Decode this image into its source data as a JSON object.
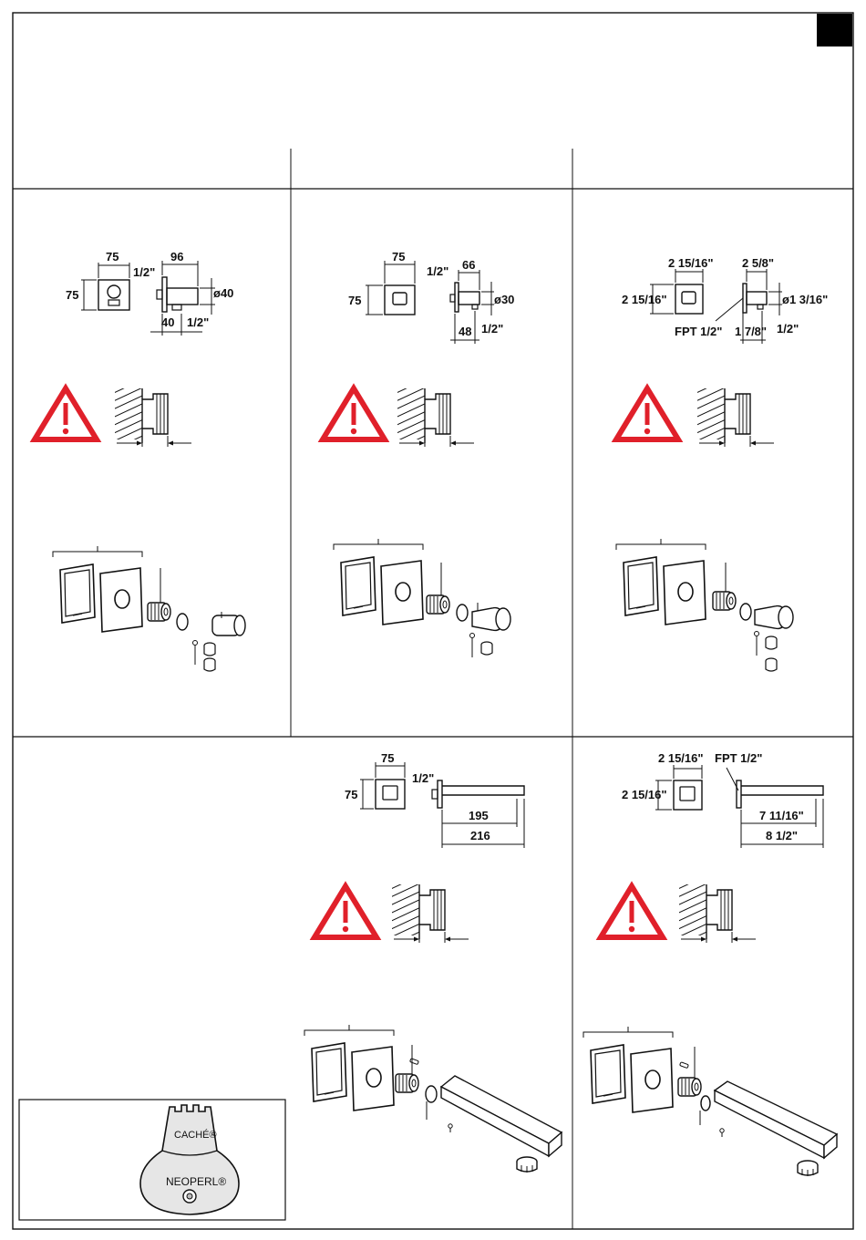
{
  "panel1": {
    "width": "75",
    "height": "75",
    "depth": "96",
    "thread_top": "1/2\"",
    "diameter": "ø40",
    "base_depth": "40",
    "thread_bottom": "1/2\""
  },
  "panel2": {
    "width": "75",
    "height": "75",
    "depth": "66",
    "thread_top": "1/2\"",
    "diameter": "ø30",
    "base_depth": "48",
    "thread_bottom": "1/2\""
  },
  "panel3": {
    "width": "2 15/16\"",
    "height": "2 15/16\"",
    "depth": "2 5/8\"",
    "thread_top": "FPT 1/2\"",
    "diameter": "ø1 3/16\"",
    "base_depth": "1 7/8\"",
    "thread_bottom": "1/2\""
  },
  "panel4": {
    "width": "75",
    "height": "75",
    "thread": "1/2\"",
    "spout_length": "195",
    "total_length": "216"
  },
  "panel5": {
    "width": "2 15/16\"",
    "height": "2 15/16\"",
    "thread": "FPT 1/2\"",
    "spout_length": "7 11/16\"",
    "total_length": "8 1/2\""
  },
  "tool": {
    "label_top": "CACHÉ®",
    "label_bottom": "NEOPERL®"
  },
  "colors": {
    "warning": "#e0202a",
    "ink": "#111111",
    "tool_fill": "#e6e6e6"
  },
  "icons": [
    "warning-triangle-icon",
    "wall-installation-icon",
    "exploded-view-icon"
  ]
}
